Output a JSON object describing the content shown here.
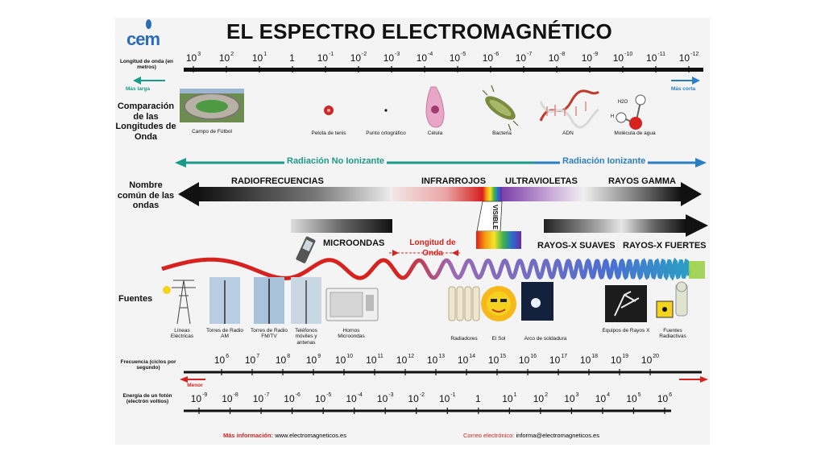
{
  "title": "EL ESPECTRO ELECTROMAGNÉTICO",
  "logo": "cem",
  "wavelength_row": {
    "label": "Longitud de onda (en metros)",
    "ticks": [
      {
        "b": "10",
        "e": "3"
      },
      {
        "b": "10",
        "e": "2"
      },
      {
        "b": "10",
        "e": "1"
      },
      {
        "b": "1",
        "e": ""
      },
      {
        "b": "10",
        "e": "-1"
      },
      {
        "b": "10",
        "e": "-2"
      },
      {
        "b": "10",
        "e": "-3"
      },
      {
        "b": "10",
        "e": "-4"
      },
      {
        "b": "10",
        "e": "-5"
      },
      {
        "b": "10",
        "e": "-6"
      },
      {
        "b": "10",
        "e": "-7"
      },
      {
        "b": "10",
        "e": "-8"
      },
      {
        "b": "10",
        "e": "-9"
      },
      {
        "b": "10",
        "e": "-10"
      },
      {
        "b": "10",
        "e": "-11"
      },
      {
        "b": "10",
        "e": "-12"
      }
    ],
    "longer": "Más larga",
    "shorter": "Más corta"
  },
  "comparison": {
    "label": "Comparación de las Longitudes de Onda",
    "items": [
      "Campo de Fútbol",
      "Pelota de tenis",
      "Punto ortográfico",
      "Célula",
      "Bacteria",
      "ADN",
      "Molécula de agua"
    ],
    "water_h2o": "H2O",
    "water_h": "H"
  },
  "radiation": {
    "non_ionizing": "Radiación No Ionizante",
    "ionizing": "Radiación Ionizante"
  },
  "common_names": {
    "label": "Nombre común de las ondas",
    "radio": "RADIOFRECUENCIAS",
    "infrared": "INFRARROJOS",
    "ultraviolet": "ULTRAVIOLETAS",
    "gamma": "RAYOS GAMMA",
    "visible": "VISIBLE",
    "microwaves": "MICROONDAS",
    "wavelength": "Longitud de Onda",
    "soft_xray": "RAYOS-X SUAVES",
    "hard_xray": "RAYOS-X FUERTES"
  },
  "sources": {
    "label": "Fuentes",
    "items": [
      "Líneas Eléctricas",
      "Torres de Radio AM",
      "Torres de Radio FM/TV",
      "Teléfonos móviles y antenas",
      "Hornos Microondas",
      "Radiadores",
      "El Sol",
      "Arco de soldadura",
      "Equipos de Rayos X",
      "Fuentes Radiactivas"
    ]
  },
  "frequency_row": {
    "label": "Frecuencia (ciclos por segundo)",
    "exponents": [
      "6",
      "7",
      "8",
      "9",
      "10",
      "11",
      "12",
      "13",
      "14",
      "15",
      "16",
      "17",
      "18",
      "19",
      "20"
    ]
  },
  "energy_row": {
    "label": "Energía de un fotón (electrón voltios)",
    "lower": "Menor",
    "ticks": [
      {
        "b": "10",
        "e": "-9"
      },
      {
        "b": "10",
        "e": "-8"
      },
      {
        "b": "10",
        "e": "-7"
      },
      {
        "b": "10",
        "e": "-6"
      },
      {
        "b": "10",
        "e": "-5"
      },
      {
        "b": "10",
        "e": "-4"
      },
      {
        "b": "10",
        "e": "-3"
      },
      {
        "b": "10",
        "e": "-2"
      },
      {
        "b": "10",
        "e": "-1"
      },
      {
        "b": "1",
        "e": ""
      },
      {
        "b": "10",
        "e": "1"
      },
      {
        "b": "10",
        "e": "2"
      },
      {
        "b": "10",
        "e": "3"
      },
      {
        "b": "10",
        "e": "4"
      },
      {
        "b": "10",
        "e": "5"
      },
      {
        "b": "10",
        "e": "6"
      }
    ]
  },
  "footer": {
    "info_label": "Más información:",
    "info_url": "www.electromagneticos.es",
    "mail_label": "Correo electrónico:",
    "mail": "informa@electromagneticos.es"
  },
  "colors": {
    "teal": "#1a9a8a",
    "blue": "#2a7fc4",
    "red": "#d7231f",
    "purple": "#8a5aa8",
    "dark": "#222222"
  }
}
